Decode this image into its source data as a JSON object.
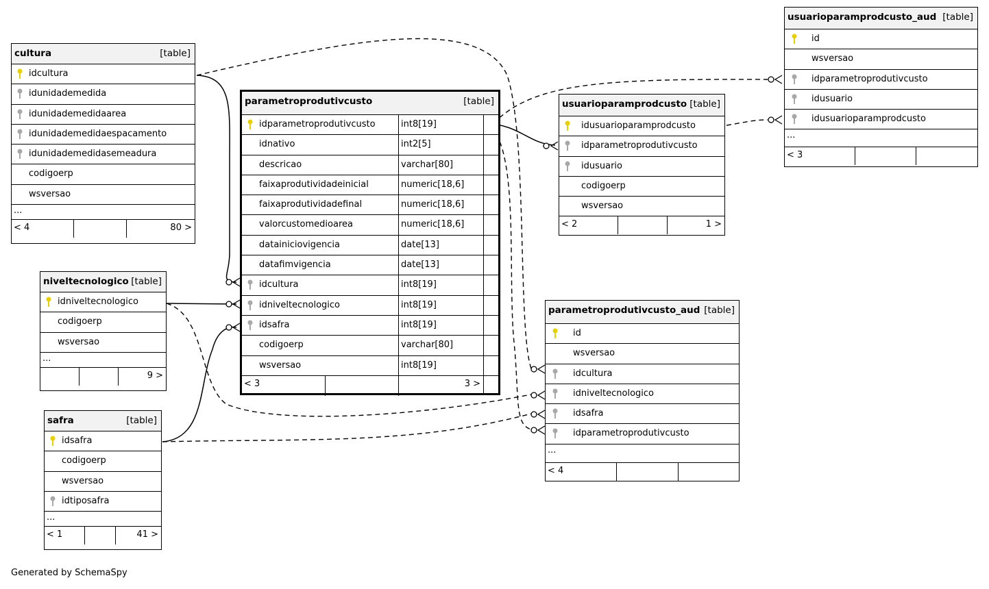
{
  "credit": "Generated by SchemaSpy",
  "tables": {
    "cultura": {
      "name": "cultura",
      "type": "[table]",
      "columns": [
        "idcultura",
        "idunidademedida",
        "idunidademedidaarea",
        "idunidademedidaespacamento",
        "idunidademedidasemeadura",
        "codigoerp",
        "wsversao"
      ],
      "ellipsis": "...",
      "foot_left": "< 4",
      "foot_right": "80 >"
    },
    "niveltecnologico": {
      "name": "niveltecnologico",
      "type": "[table]",
      "columns": [
        "idniveltecnologico",
        "codigoerp",
        "wsversao"
      ],
      "ellipsis": "...",
      "foot_right": "9 >"
    },
    "safra": {
      "name": "safra",
      "type": "[table]",
      "columns": [
        "idsafra",
        "codigoerp",
        "wsversao",
        "idtiposafra"
      ],
      "ellipsis": "...",
      "foot_left": "< 1",
      "foot_right": "41 >"
    },
    "parametroprodutivcusto": {
      "name": "parametroprodutivcusto",
      "type": "[table]",
      "columns": [
        {
          "name": "idparametroprodutivcusto",
          "type": "int8[19]"
        },
        {
          "name": "idnativo",
          "type": "int2[5]"
        },
        {
          "name": "descricao",
          "type": "varchar[80]"
        },
        {
          "name": "faixaprodutividadeinicial",
          "type": "numeric[18,6]"
        },
        {
          "name": "faixaprodutividadefinal",
          "type": "numeric[18,6]"
        },
        {
          "name": "valorcustomedioarea",
          "type": "numeric[18,6]"
        },
        {
          "name": "datainiciovigencia",
          "type": "date[13]"
        },
        {
          "name": "datafimvigencia",
          "type": "date[13]"
        },
        {
          "name": "idcultura",
          "type": "int8[19]"
        },
        {
          "name": "idniveltecnologico",
          "type": "int8[19]"
        },
        {
          "name": "idsafra",
          "type": "int8[19]"
        },
        {
          "name": "codigoerp",
          "type": "varchar[80]"
        },
        {
          "name": "wsversao",
          "type": "int8[19]"
        }
      ],
      "foot_left": "< 3",
      "foot_right": "3 >"
    },
    "usuarioparamprodcusto": {
      "name": "usuarioparamprodcusto",
      "type": "[table]",
      "columns": [
        "idusuarioparamprodcusto",
        "idparametroprodutivcusto",
        "idusuario",
        "codigoerp",
        "wsversao"
      ],
      "foot_left": "< 2",
      "foot_right": "1 >"
    },
    "usuarioparamprodcusto_aud": {
      "name": "usuarioparamprodcusto_aud",
      "type": "[table]",
      "columns": [
        "id",
        "wsversao",
        "idparametroprodutivcusto",
        "idusuario",
        "idusuarioparamprodcusto"
      ],
      "ellipsis": "...",
      "foot_left": "< 3"
    },
    "parametroprodutivcusto_aud": {
      "name": "parametroprodutivcusto_aud",
      "type": "[table]",
      "columns": [
        "id",
        "wsversao",
        "idcultura",
        "idniveltecnologico",
        "idsafra",
        "idparametroprodutivcusto"
      ],
      "ellipsis": "...",
      "foot_left": "< 4"
    }
  },
  "colors": {
    "primary_key": "#e8d000",
    "foreign_key": "#a8a8a8",
    "header_bg": "#f2f2f2"
  },
  "icons": {
    "primary_key": "yellow-key-icon",
    "foreign_key": "gray-key-icon"
  }
}
